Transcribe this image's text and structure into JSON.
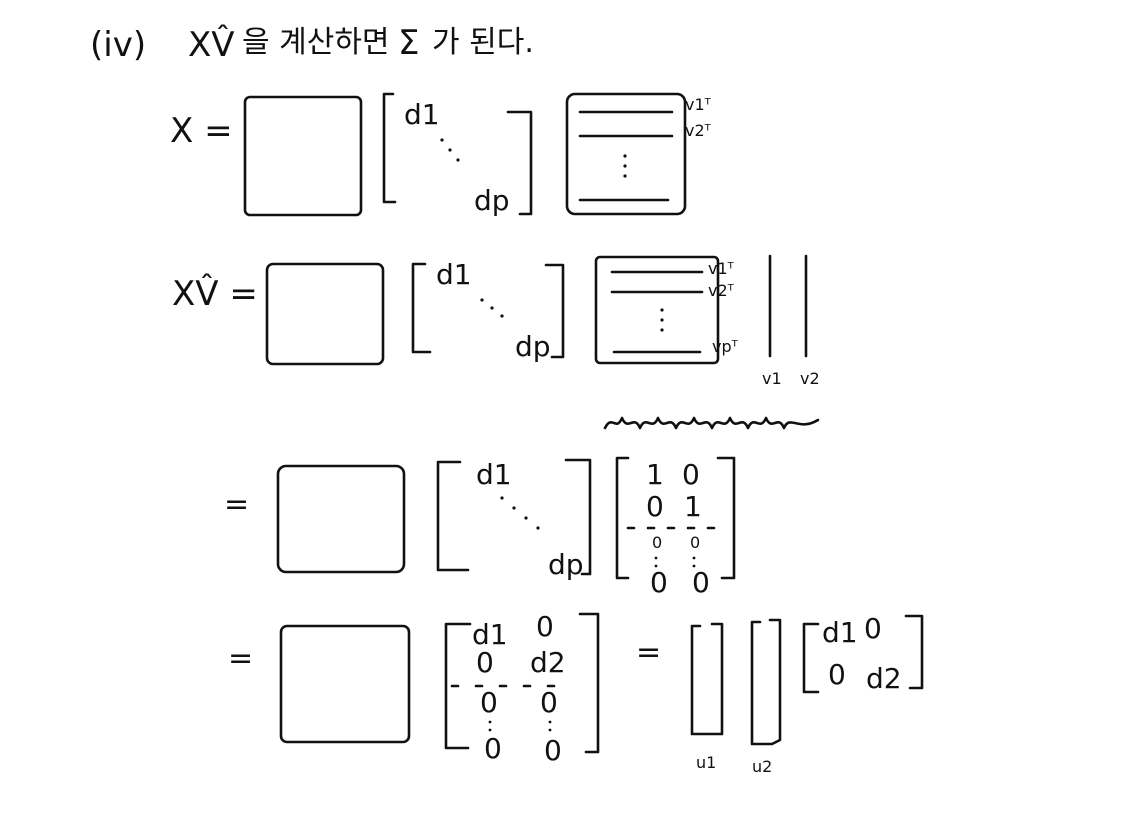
{
  "title": {
    "number": "(iv)",
    "hat_expr": "XV̂",
    "korean": "을 계산하면",
    "sigma": "Σ",
    "suffix": "가 된다."
  },
  "line1": {
    "lhs": "X =",
    "d_top": "d1",
    "d_bottom": "dp",
    "v_labels": [
      "v1ᵀ",
      "v2ᵀ"
    ]
  },
  "line2": {
    "lhs": "XV̂ =",
    "d_top": "d1",
    "d_bottom": "dp",
    "v_labels": [
      "v1ᵀ",
      "v2ᵀ",
      "vpᵀ"
    ],
    "col_labels": [
      "v1",
      "v2"
    ]
  },
  "line3": {
    "eq": "=",
    "d_top": "d1",
    "d_bottom": "dp",
    "identity": [
      [
        "1",
        "0"
      ],
      [
        "0",
        "1"
      ],
      [
        "0",
        "0"
      ],
      [
        "0",
        "0"
      ]
    ]
  },
  "line4": {
    "eq": "=",
    "matrix": [
      [
        "d1",
        "0"
      ],
      [
        "0",
        "d2"
      ],
      [
        "0",
        "0"
      ],
      [
        "0",
        "0"
      ]
    ],
    "eq2": "=",
    "u_labels": [
      "u1",
      "u2"
    ],
    "small_matrix": [
      [
        "d1",
        "0"
      ],
      [
        "0",
        "d2"
      ]
    ]
  }
}
